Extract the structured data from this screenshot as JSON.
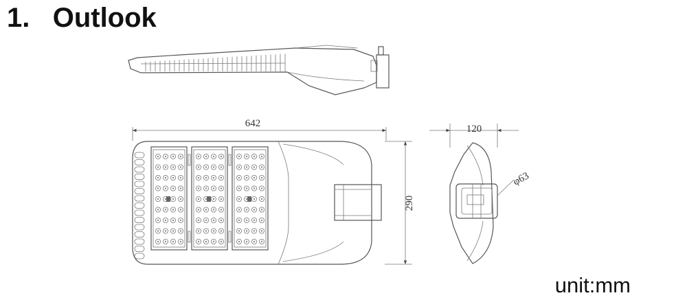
{
  "header": {
    "number": "1.",
    "title": "Outlook"
  },
  "dimensions": {
    "length": "642",
    "height": "290",
    "depth": "120",
    "pole_diameter": "φ63"
  },
  "unit_label": "unit:mm",
  "leds": {
    "modules": 3,
    "columns_per_module": 4,
    "rows_per_module": 9
  }
}
